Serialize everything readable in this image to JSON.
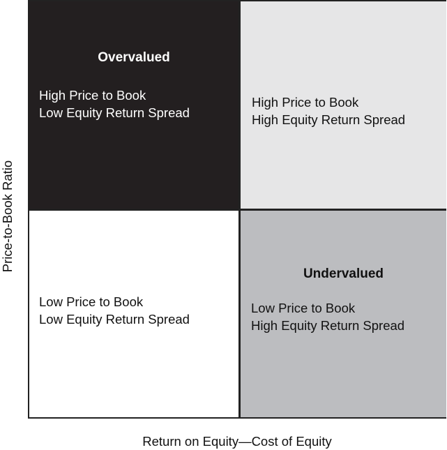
{
  "axes": {
    "x_label": "Return on Equity—Cost of Equity",
    "y_label": "Price-to-Book Ratio"
  },
  "quadrants": {
    "top_left": {
      "title": "Overvalued",
      "lines": [
        "High Price to Book",
        "Low Equity Return Spread"
      ]
    },
    "top_right": {
      "title": "",
      "lines": [
        "High Price to Book",
        "High Equity Return Spread"
      ]
    },
    "bottom_left": {
      "title": "",
      "lines": [
        "Low Price to Book",
        "Low Equity Return Spread"
      ]
    },
    "bottom_right": {
      "title": "Undervalued",
      "lines": [
        "Low Price to Book",
        "High Equity Return Spread"
      ]
    }
  },
  "colors": {
    "top_left_fill": "#231f20",
    "top_right_fill": "#e6e6e7",
    "bottom_left_fill": "#ffffff",
    "bottom_right_fill": "#bcbdc0",
    "border": "#222222",
    "light_text": "#ffffff",
    "dark_text": "#111111"
  }
}
